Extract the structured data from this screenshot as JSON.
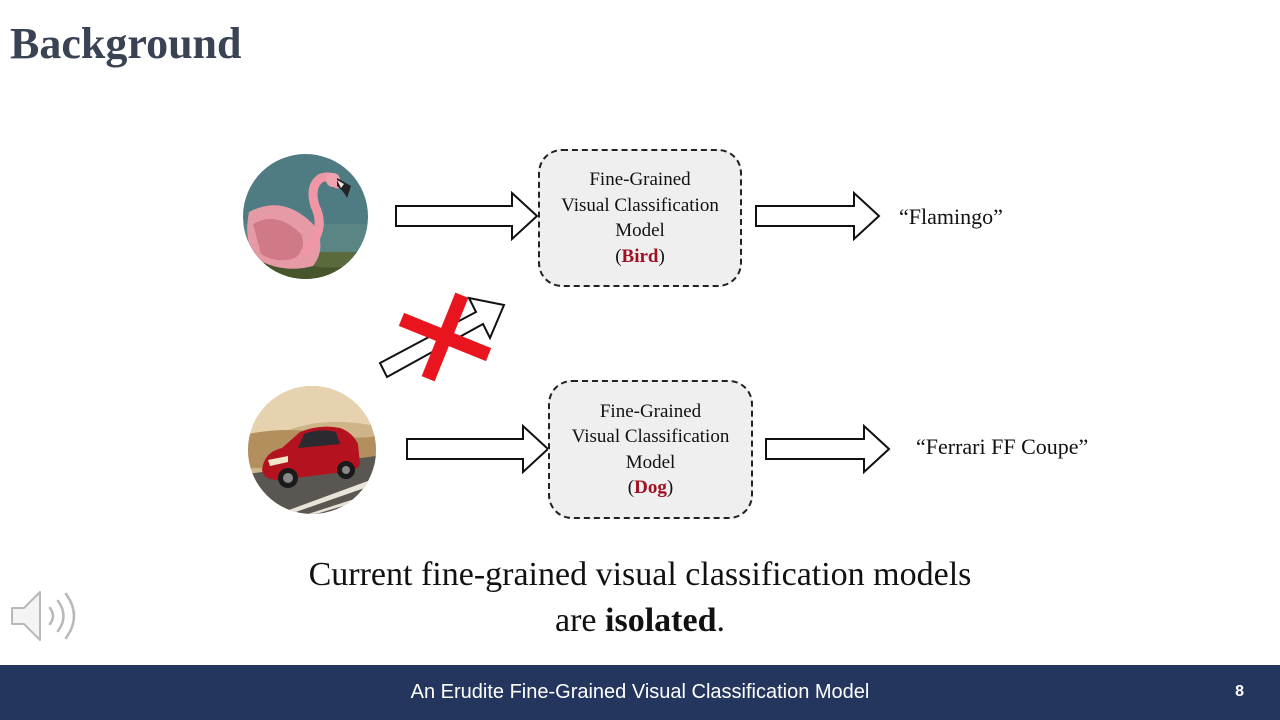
{
  "slide": {
    "title": "Background",
    "caption_line1": "Current fine-grained visual classification models",
    "caption_pre": "are ",
    "caption_bold": "isolated",
    "caption_post": "."
  },
  "rows": [
    {
      "image_icon": "flamingo-photo",
      "model_line1": "Fine-Grained",
      "model_line2": "Visual Classification",
      "model_line3": "Model",
      "domain_open": "(",
      "domain": "Bird",
      "domain_close": ")",
      "output": "“Flamingo”"
    },
    {
      "image_icon": "red-car-photo",
      "model_line1": "Fine-Grained",
      "model_line2": "Visual Classification",
      "model_line3": "Model",
      "domain_open": "(",
      "domain": "Dog",
      "domain_close": ")",
      "output": "“Ferrari FF Coupe”"
    }
  ],
  "icons": {
    "blocked": "red-cross-icon",
    "audio": "speaker-icon"
  },
  "colors": {
    "title": "#3a4354",
    "domain": "#a01020",
    "footer_bg": "#24365e",
    "cross": "#e8141e"
  },
  "footer": {
    "title": "An Erudite Fine-Grained Visual Classification Model",
    "page_number": "8"
  }
}
